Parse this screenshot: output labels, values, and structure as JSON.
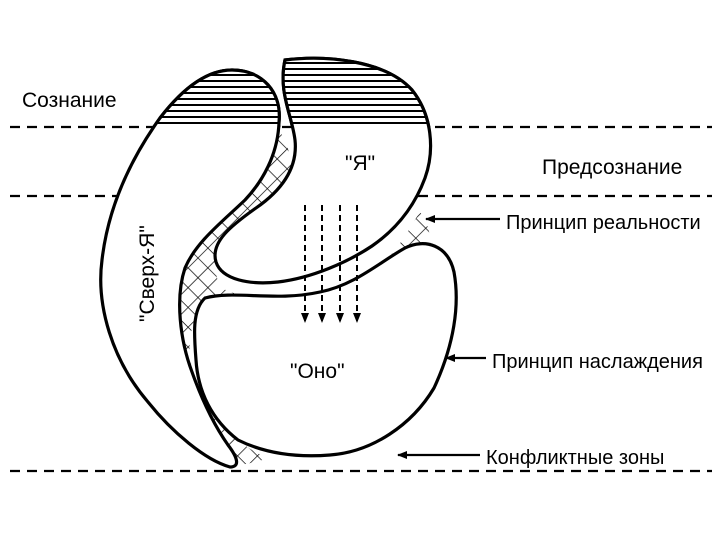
{
  "levels": {
    "conscious": "Сознание",
    "preconscious": "Предсознание"
  },
  "structures": {
    "ego": "\"Я\"",
    "superego": "\"Сверх-Я\"",
    "id": "\"Оно\""
  },
  "annotations": {
    "reality": "Принцип реальности",
    "pleasure": "Принцип наслаждения",
    "conflict": "Конфликтные зоны"
  },
  "colors": {
    "ink": "#000000",
    "background": "#ffffff"
  }
}
